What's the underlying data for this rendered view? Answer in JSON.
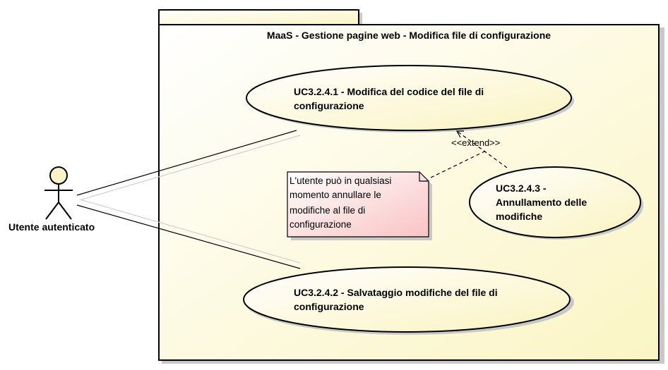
{
  "package": {
    "title": "MaaS - Gestione pagine web - Modifica file di configurazione"
  },
  "actor": {
    "name": "Utente autenticato"
  },
  "use_cases": [
    {
      "id": "uc1",
      "line1": "UC3.2.4.1 - Modifica del codice del file di",
      "line2": "configurazione"
    },
    {
      "id": "uc2",
      "line1": "UC3.2.4.2 - Salvataggio modifiche del file di",
      "line2": "configurazione"
    },
    {
      "id": "uc3",
      "line1": "UC3.2.4.3 -",
      "line2": "Annullamento delle",
      "line3": "modifiche"
    }
  ],
  "relationships": {
    "extend_label": "<<extend>>"
  },
  "note": {
    "line1": "L'utente può in qualsiasi",
    "line2": "momento annullare le",
    "line3": "modifiche al file di",
    "line4": "configurazione"
  },
  "colors": {
    "package_fill": "#fdfbd8",
    "usecase_fill": "#fffbe0",
    "note_fill": "#fdd6d6",
    "stroke": "#000000"
  }
}
